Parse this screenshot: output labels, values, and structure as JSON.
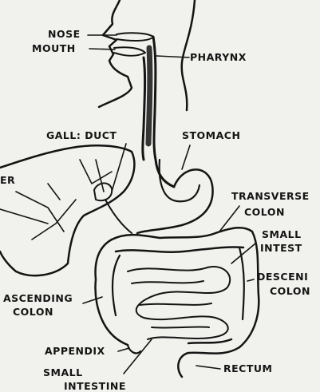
{
  "labels": {
    "nose": "NOSE",
    "mouth": "MOUTH",
    "pharynx": "PHARYNX",
    "gall_duct": "GALL: DUCT",
    "stomach": "STOMACH",
    "liver": "ER",
    "transverse_colon_1": "TRANSVERSE",
    "transverse_colon_2": "COLON",
    "small_intestine_r1": "SMALL",
    "small_intestine_r2": "INTEST",
    "descending_colon_1": "DESCENI",
    "descending_colon_2": "COLON",
    "ascending_colon_1": "ASCENDING",
    "ascending_colon_2": "COLON",
    "appendix": "APPENDIX",
    "small_intestine_b1": "SMALL",
    "small_intestine_b2": "INTESTINE",
    "rectum": "RECTUM"
  },
  "colors": {
    "ink": "#141414",
    "paper": "#f1f1ee"
  }
}
